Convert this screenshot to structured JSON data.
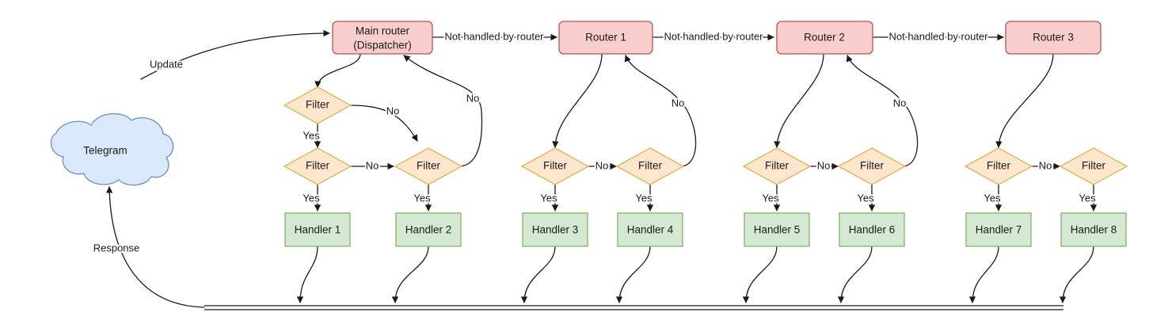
{
  "diagram": {
    "title": "Telegram bot update routing flow",
    "colors": {
      "router_fill": "#f8cecc",
      "router_stroke": "#b85450",
      "filter_fill": "#ffe6cc",
      "filter_stroke": "#d6b656",
      "handler_fill": "#d5e8d4",
      "handler_stroke": "#82b366",
      "cloud_fill": "#dae8fc",
      "cloud_stroke": "#6c8ebf",
      "edge_stroke": "#1a1a1a",
      "background": "#ffffff"
    },
    "source": {
      "label": "Telegram",
      "shape": "cloud"
    },
    "routers": [
      {
        "id": "main-router",
        "line1": "Main router",
        "line2": "(Dispatcher)"
      },
      {
        "id": "router-1",
        "line1": "Router 1",
        "line2": ""
      },
      {
        "id": "router-2",
        "line1": "Router 2",
        "line2": ""
      },
      {
        "id": "router-3",
        "line1": "Router 3",
        "line2": ""
      }
    ],
    "filters": [
      {
        "id": "filter-a1",
        "label": "Filter"
      },
      {
        "id": "filter-a2",
        "label": "Filter"
      },
      {
        "id": "filter-a3",
        "label": "Filter"
      },
      {
        "id": "filter-b1",
        "label": "Filter"
      },
      {
        "id": "filter-b2",
        "label": "Filter"
      },
      {
        "id": "filter-c1",
        "label": "Filter"
      },
      {
        "id": "filter-c2",
        "label": "Filter"
      },
      {
        "id": "filter-d1",
        "label": "Filter"
      },
      {
        "id": "filter-d2",
        "label": "Filter"
      }
    ],
    "handlers": [
      {
        "id": "handler-1",
        "label": "Handler 1"
      },
      {
        "id": "handler-2",
        "label": "Handler 2"
      },
      {
        "id": "handler-3",
        "label": "Handler 3"
      },
      {
        "id": "handler-4",
        "label": "Handler 4"
      },
      {
        "id": "handler-5",
        "label": "Handler 5"
      },
      {
        "id": "handler-6",
        "label": "Handler 6"
      },
      {
        "id": "handler-7",
        "label": "Handler 7"
      },
      {
        "id": "handler-8",
        "label": "Handler 8"
      }
    ],
    "edge_labels": {
      "update": "Update",
      "response": "Response",
      "not_handled_1": "Not handled by router",
      "not_handled_2": "Not handled by router",
      "not_handled_3": "Not handled by router",
      "yes_1": "Yes",
      "yes_2": "Yes",
      "yes_3": "Yes",
      "yes_4": "Yes",
      "yes_5": "Yes",
      "yes_6": "Yes",
      "yes_7": "Yes",
      "yes_8": "Yes",
      "yes_9": "Yes",
      "no_a_top": "No",
      "no_a_mid": "No",
      "no_a_back": "No",
      "no_b_mid": "No",
      "no_b_back": "No",
      "no_c_mid": "No",
      "no_c_back": "No",
      "no_d_mid": "No"
    }
  }
}
